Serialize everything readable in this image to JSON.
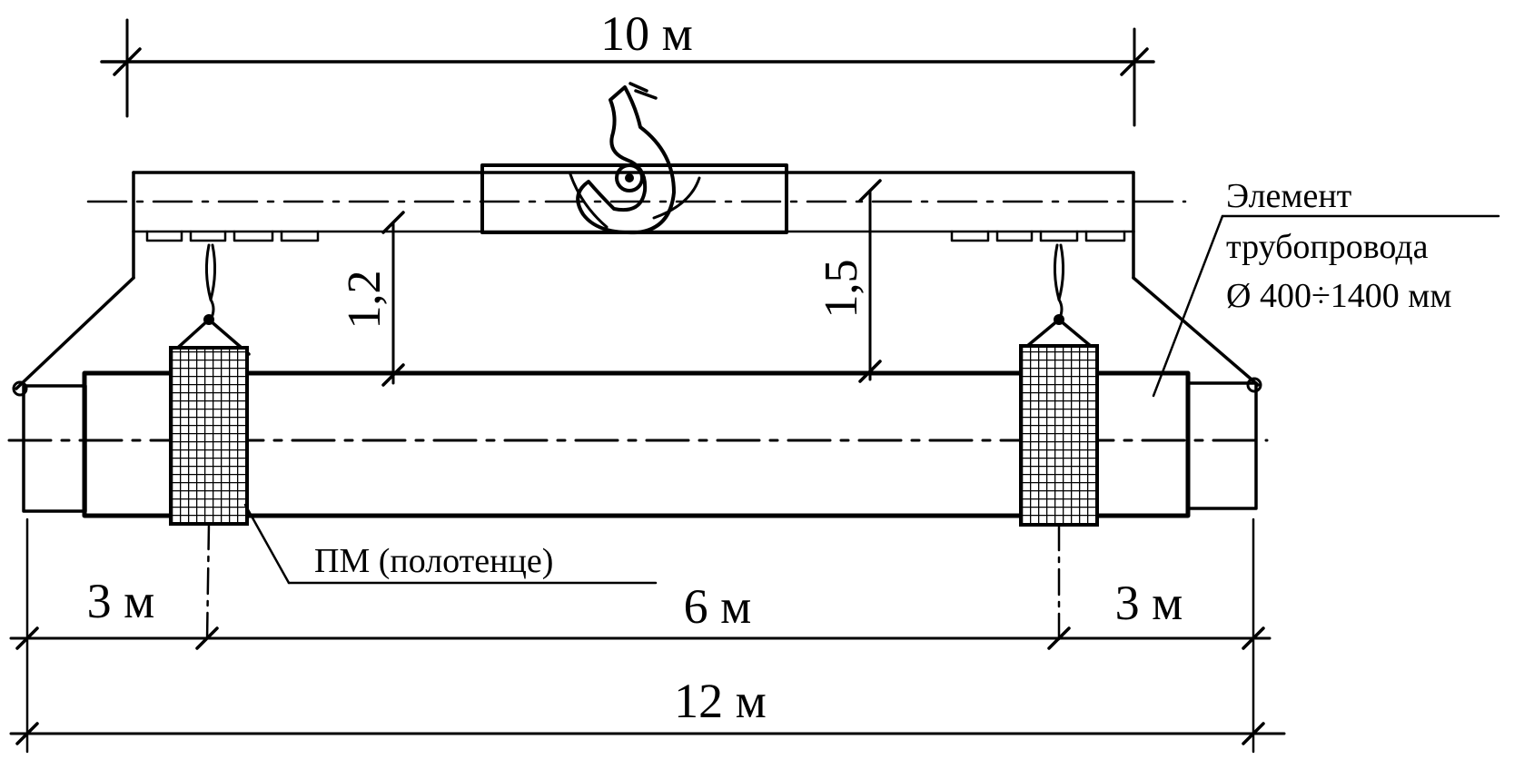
{
  "labels": {
    "top_span": "10 м",
    "height_left": "1,2",
    "height_right": "1,5",
    "element_line1": "Элемент",
    "element_line2": "трубопровода",
    "element_line3": "Ø 400÷1400 мм",
    "sling": "ПМ (полотенце)",
    "left_span": "3 м",
    "middle_span": "6 м",
    "right_span": "3 м",
    "total_span": "12 м"
  },
  "colors": {
    "ink": "#000000",
    "background": "#ffffff"
  },
  "icons": {
    "hook": "crane-hook-icon"
  }
}
